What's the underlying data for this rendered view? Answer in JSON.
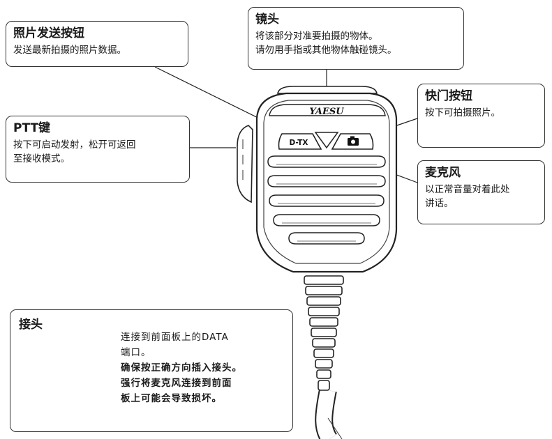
{
  "callouts": {
    "photo_button": {
      "title": "照片发送按钮",
      "desc": "发送最新拍摄的照片数据。"
    },
    "lens": {
      "title": "镜头",
      "desc1": "将该部分对准要拍摄的物体。",
      "desc2": "请勿用手指或其他物体触碰镜头。"
    },
    "ptt": {
      "title": "PTT键",
      "desc1": "按下可启动发射，松开可返回",
      "desc2": "至接收模式。"
    },
    "shutter": {
      "title": "快门按钮",
      "desc": "按下可拍摄照片。"
    },
    "mic": {
      "title": "麦克风",
      "desc1": "以正常音量对着此处",
      "desc2": "讲话。"
    },
    "connector": {
      "title": "接头",
      "line1": "连接到前面板上的DATA",
      "line2": "端口。",
      "bold1": "确保按正确方向插入接头。",
      "bold2": "强行将麦克风连接到前面",
      "bold3": "板上可能会导致损坏。"
    }
  },
  "device": {
    "brand": "YAESU",
    "dtx_label": "D-TX"
  },
  "icons": {
    "camera": "camera-icon"
  }
}
